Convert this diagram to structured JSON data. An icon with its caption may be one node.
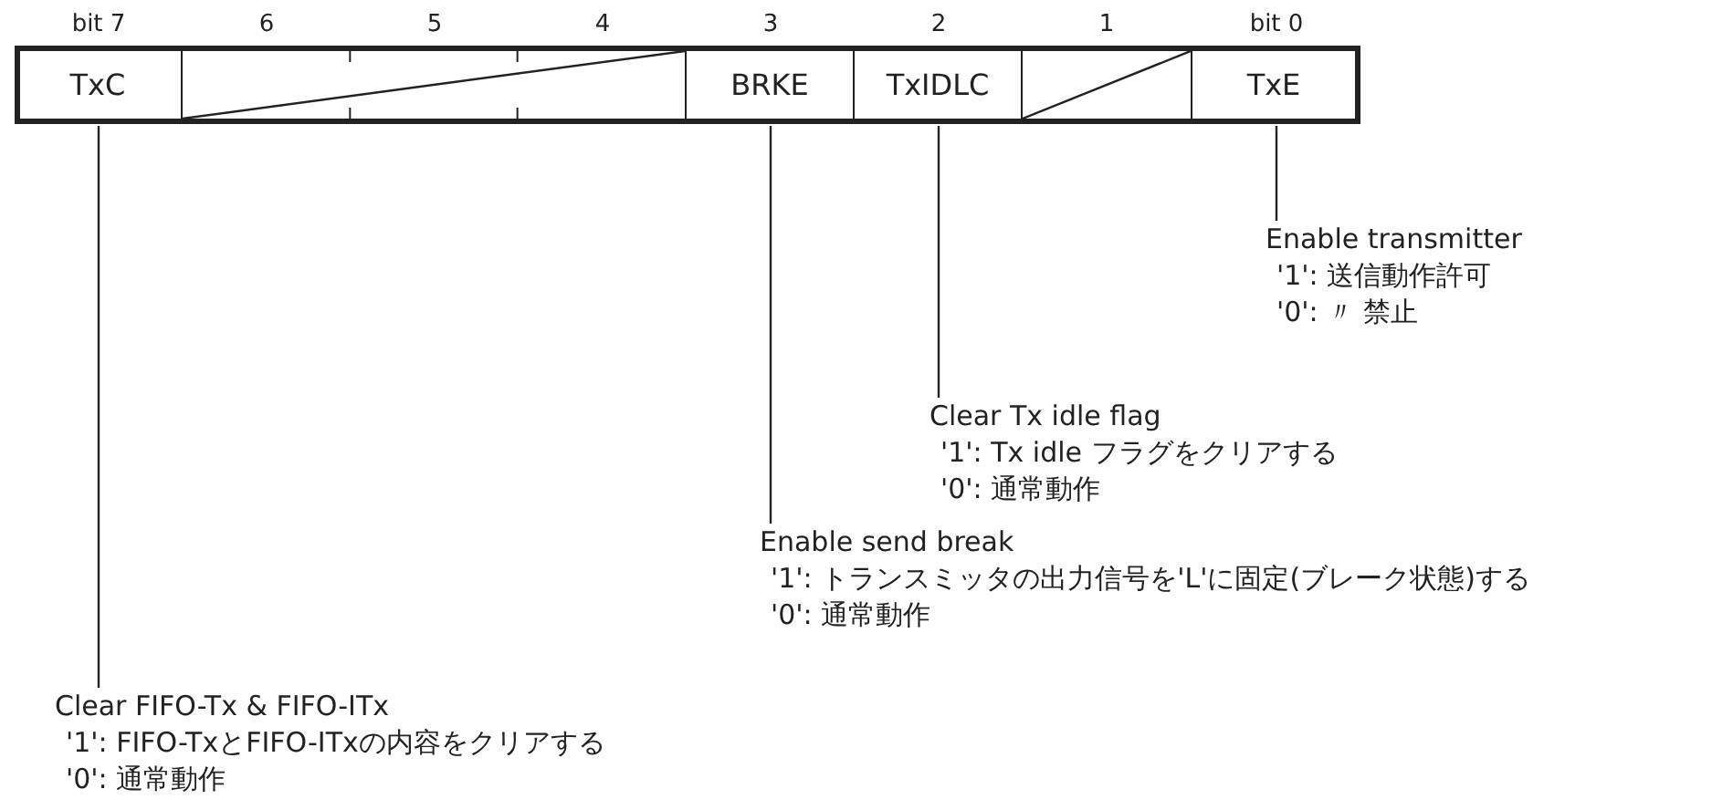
{
  "diagram": {
    "nodes": [
      {
        "text": [
          "TxC"
        ]
      },
      {
        "text": [],
        "shape": "box"
      },
      {
        "text": [
          "BRKE"
        ]
      },
      {
        "text": [
          "TxIDLC"
        ]
      },
      {
        "text": [],
        "shape": "box"
      },
      {
        "text": [
          "TxE"
        ]
      },
      {
        "text": [
          "Enable transmitter",
          "'1': 送信動作許可",
          "'0': 〃 禁止"
        ]
      },
      {
        "text": [
          "Clear Tx idle flag",
          "'1': Tx idle フラグをクリアする",
          "'0': 通常動作"
        ]
      },
      {
        "text": [
          "Enable send break",
          "'1': トランスミッタの出力信号を'L'に固定(ブレーク状態)する",
          "'0': 通常動作"
        ]
      },
      {
        "text": [
          "Clear FIFO-Tx & FIFO-ITx",
          "'1': FIFO-TxとFIFO-ITxの内容をクリアする",
          "'0': 通常動作"
        ]
      }
    ],
    "edges": [
      {
        "from": 5,
        "to": 6,
        "arrow": "none"
      },
      {
        "from": 3,
        "to": 7,
        "arrow": "none"
      },
      {
        "from": 2,
        "to": 8,
        "arrow": "none"
      },
      {
        "from": 0,
        "to": 9,
        "arrow": "none"
      }
    ],
    "labels": [
      "bit 7",
      "6",
      "5",
      "4",
      "3",
      "2",
      "1",
      "bit 0"
    ]
  }
}
